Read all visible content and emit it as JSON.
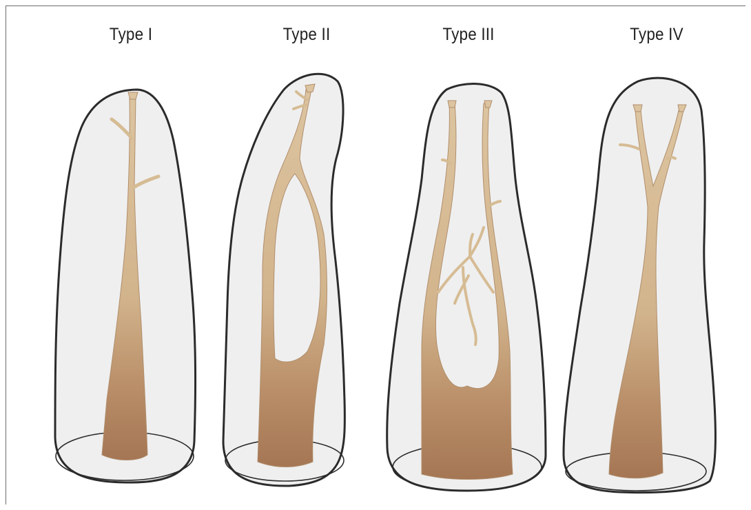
{
  "labels": [
    "Type I",
    "Type II",
    "Type III",
    "Type IV"
  ],
  "colors": {
    "tooth_fill": "#efefef",
    "tooth_outline": "#2b2b2b",
    "canal_light": "#d9bf98",
    "canal_dark": "#a6785a",
    "canal_edge": "#b08e6c"
  }
}
